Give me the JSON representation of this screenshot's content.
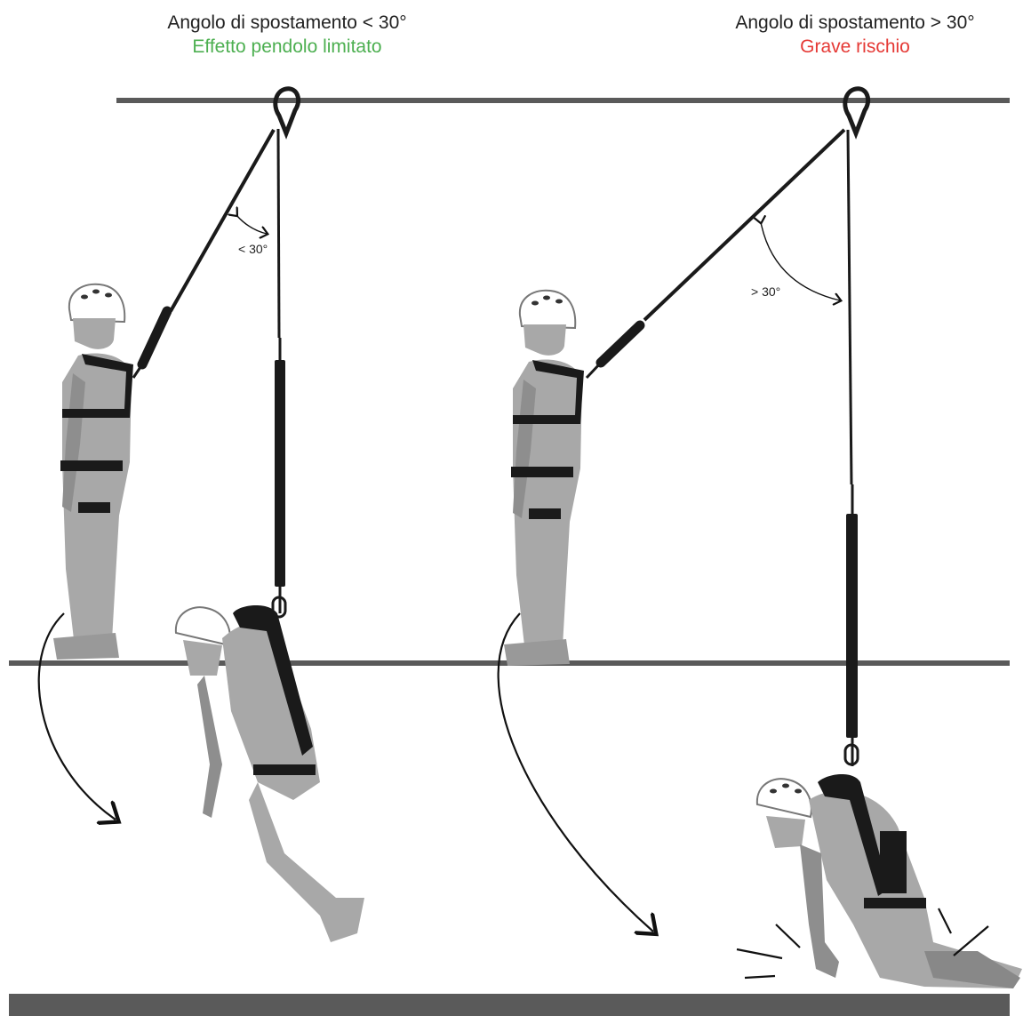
{
  "left_panel": {
    "caption_line1": "Angolo di spostamento < 30°",
    "caption_line2": "Effetto pendolo limitato",
    "caption_line2_color": "#4caf50",
    "angle_label": "< 30°"
  },
  "right_panel": {
    "caption_line1": "Angolo di spostamento > 30°",
    "caption_line2": "Grave rischio",
    "caption_line2_color": "#e53935",
    "angle_label": "> 30°"
  },
  "colors": {
    "anchor_line": "#5a5a5a",
    "ground_bar": "#5a5a5a",
    "figure": "#a8a8a8",
    "figure_dark": "#888888",
    "harness": "#1a1a1a"
  }
}
